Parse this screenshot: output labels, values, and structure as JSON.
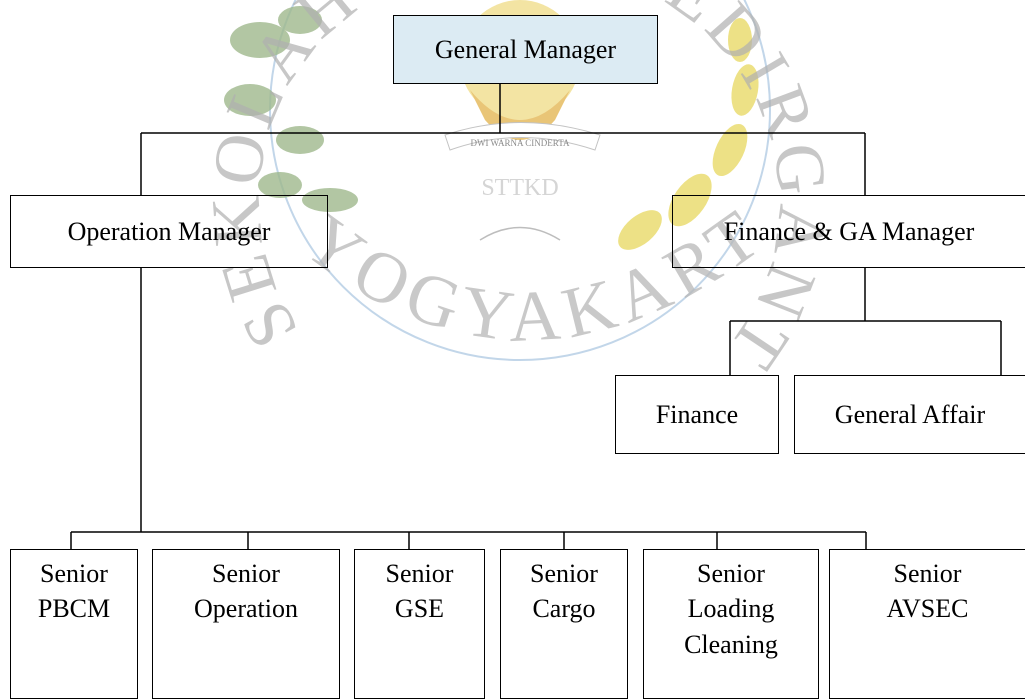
{
  "watermark": {
    "ring_text_left": "SEKOLAH",
    "ring_text_right": "KEDIRGANTARAAN",
    "ring_text_bottom": "YOGYAKARTA",
    "center_text": "STTKD",
    "banner_text": "DWI WARNA CINDERTA",
    "colors": {
      "blue": "#8fb5d9",
      "yellow": "#e8d34a",
      "green": "#8fae7b"
    }
  },
  "chart": {
    "general_manager": "General Manager",
    "operation_manager": "Operation Manager",
    "finance_ga_manager": "Finance & GA Manager",
    "finance": "Finance",
    "general_affair": "General Affair",
    "seniors": [
      {
        "line1": "Senior",
        "line2": "PBCM",
        "line3": ""
      },
      {
        "line1": "Senior",
        "line2": "Operation",
        "line3": ""
      },
      {
        "line1": "Senior",
        "line2": "GSE",
        "line3": ""
      },
      {
        "line1": "Senior",
        "line2": "Cargo",
        "line3": ""
      },
      {
        "line1": "Senior",
        "line2": "Loading",
        "line3": "Cleaning"
      },
      {
        "line1": "Senior",
        "line2": "AVSEC",
        "line3": ""
      }
    ]
  }
}
